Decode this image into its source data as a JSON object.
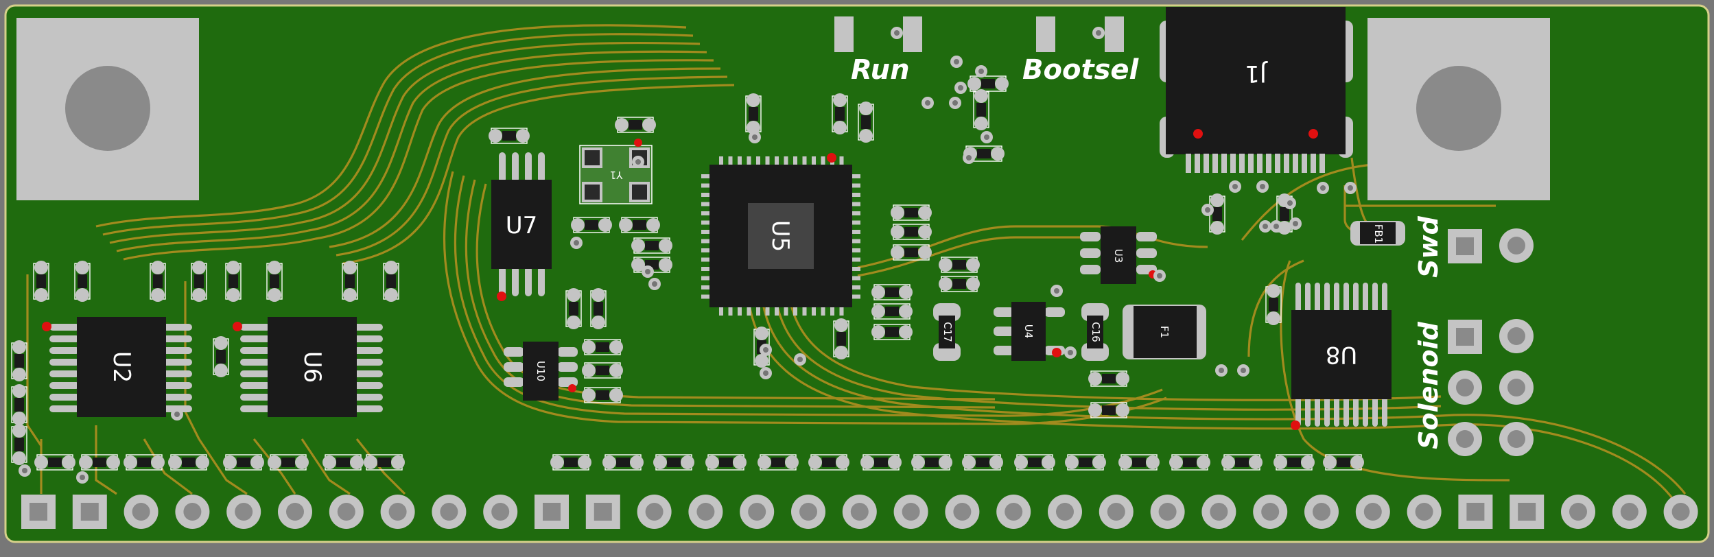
{
  "board": {
    "colors": {
      "solder_mask": "#1f6b0e",
      "silkscreen": "#ffffff",
      "copper_pad": "#c4c4c4",
      "trace": "#a28b1e",
      "ic_body": "#1a1a1a",
      "pin1_marker": "#e01010",
      "background": "#777777"
    }
  },
  "silkscreen": {
    "run_label": "Run",
    "bootsel_label": "Bootsel",
    "swd_label": "Swd",
    "solenoid_label": "Solenoid"
  },
  "ics": {
    "u2": "U2",
    "u6": "U6",
    "u7": "U7",
    "u5": "U5",
    "u8": "U8",
    "u10": "U10",
    "u4": "U4",
    "u3": "U3",
    "j1": "J1",
    "y1": "Y1",
    "f1": "F1",
    "fb1": "FB1",
    "c17": "C17",
    "c16": "C16"
  }
}
